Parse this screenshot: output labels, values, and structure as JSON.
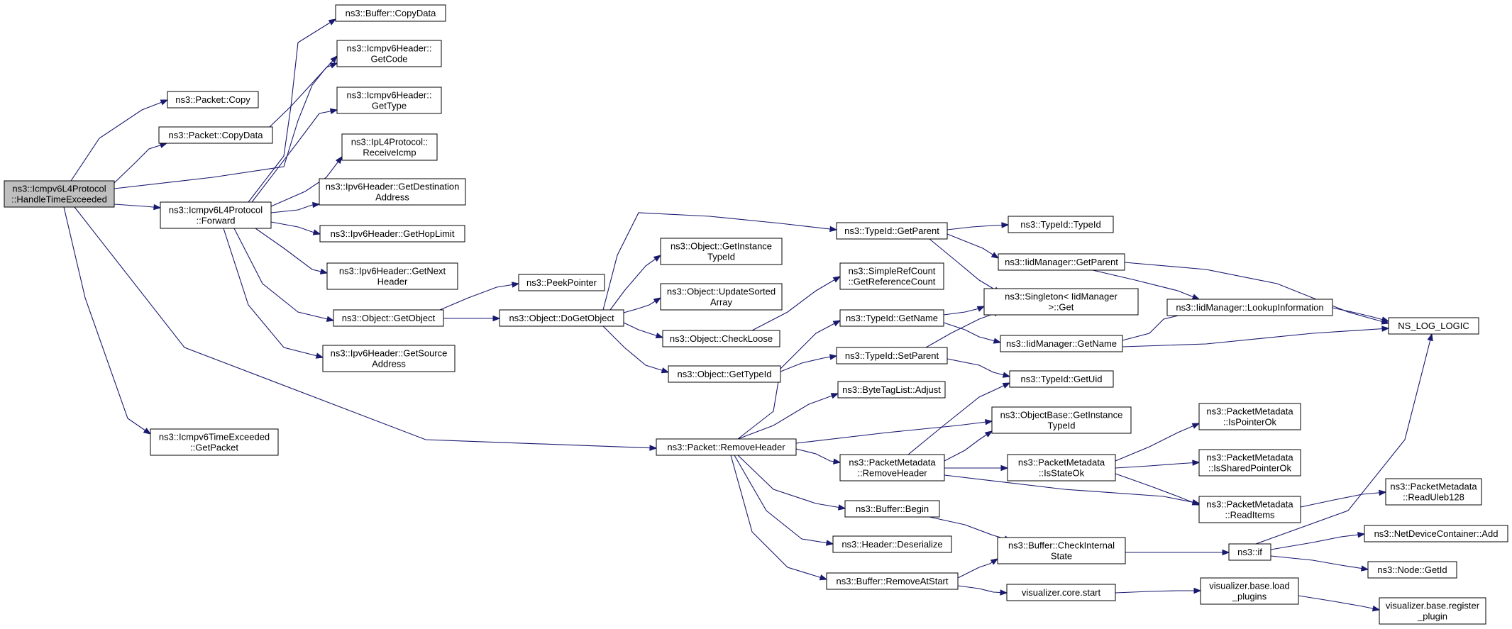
{
  "colors": {
    "edge": "#191970",
    "node_border": "#000000",
    "node_fill": "#ffffff",
    "root_fill": "#bfbfbf",
    "truncated_border": "#ff0000"
  },
  "nodes": [
    {
      "id": "root",
      "lines": [
        "ns3::Icmpv6L4Protocol",
        "::HandleTimeExceeded"
      ],
      "style": "root"
    },
    {
      "id": "copy",
      "lines": [
        "ns3::Packet::Copy"
      ]
    },
    {
      "id": "copydata",
      "lines": [
        "ns3::Packet::CopyData"
      ]
    },
    {
      "id": "forward",
      "lines": [
        "ns3::Icmpv6L4Protocol",
        "::Forward"
      ]
    },
    {
      "id": "getpacket",
      "lines": [
        "ns3::Icmpv6TimeExceeded",
        "::GetPacket"
      ]
    },
    {
      "id": "bufcopydata",
      "lines": [
        "ns3::Buffer::CopyData"
      ]
    },
    {
      "id": "getcode",
      "lines": [
        "ns3::Icmpv6Header::",
        "GetCode"
      ]
    },
    {
      "id": "gettype",
      "lines": [
        "ns3::Icmpv6Header::",
        "GetType"
      ]
    },
    {
      "id": "receiveicmp",
      "lines": [
        "ns3::IpL4Protocol::",
        "ReceiveIcmp"
      ]
    },
    {
      "id": "getdest",
      "lines": [
        "ns3::Ipv6Header::GetDestination",
        "Address"
      ]
    },
    {
      "id": "gethoplimit",
      "lines": [
        "ns3::Ipv6Header::GetHopLimit"
      ]
    },
    {
      "id": "getnext",
      "lines": [
        "ns3::Ipv6Header::GetNext",
        "Header"
      ]
    },
    {
      "id": "getobject",
      "lines": [
        "ns3::Object::GetObject"
      ]
    },
    {
      "id": "getsource",
      "lines": [
        "ns3::Ipv6Header::GetSource",
        "Address"
      ]
    },
    {
      "id": "peekpointer",
      "lines": [
        "ns3::PeekPointer"
      ]
    },
    {
      "id": "dogetobject",
      "lines": [
        "ns3::Object::DoGetObject"
      ]
    },
    {
      "id": "getinstancetypeid",
      "lines": [
        "ns3::Object::GetInstance",
        "TypeId"
      ]
    },
    {
      "id": "updatesorted",
      "lines": [
        "ns3::Object::UpdateSorted",
        "Array"
      ]
    },
    {
      "id": "checkloose",
      "lines": [
        "ns3::Object::CheckLoose"
      ]
    },
    {
      "id": "objgettypeid",
      "lines": [
        "ns3::Object::GetTypeId"
      ]
    },
    {
      "id": "removeheader",
      "lines": [
        "ns3::Packet::RemoveHeader"
      ]
    },
    {
      "id": "tid_getparent",
      "lines": [
        "ns3::TypeId::GetParent"
      ]
    },
    {
      "id": "getrefcount",
      "lines": [
        "ns3::SimpleRefCount",
        "::GetReferenceCount"
      ]
    },
    {
      "id": "tid_getname",
      "lines": [
        "ns3::TypeId::GetName"
      ]
    },
    {
      "id": "tid_setparent",
      "lines": [
        "ns3::TypeId::SetParent"
      ],
      "style": "truncated"
    },
    {
      "id": "bytetag_adjust",
      "lines": [
        "ns3::ByteTagList::Adjust"
      ]
    },
    {
      "id": "pm_removeheader",
      "lines": [
        "ns3::PacketMetadata",
        "::RemoveHeader"
      ]
    },
    {
      "id": "buf_begin",
      "lines": [
        "ns3::Buffer::Begin"
      ]
    },
    {
      "id": "hdr_deserialize",
      "lines": [
        "ns3::Header::Deserialize"
      ]
    },
    {
      "id": "buf_removeatstart",
      "lines": [
        "ns3::Buffer::RemoveAtStart"
      ]
    },
    {
      "id": "tid_typeid",
      "lines": [
        "ns3::TypeId::TypeId"
      ]
    },
    {
      "id": "iid_getparent",
      "lines": [
        "ns3::IidManager::GetParent"
      ]
    },
    {
      "id": "singleton_get",
      "lines": [
        "ns3::Singleton< IidManager",
        " >::Get"
      ]
    },
    {
      "id": "iid_getname",
      "lines": [
        "ns3::IidManager::GetName"
      ]
    },
    {
      "id": "tid_getuid",
      "lines": [
        "ns3::TypeId::GetUid"
      ]
    },
    {
      "id": "objbase_getinst",
      "lines": [
        "ns3::ObjectBase::GetInstance",
        "TypeId"
      ]
    },
    {
      "id": "pm_isstateok",
      "lines": [
        "ns3::PacketMetadata",
        "::IsStateOk"
      ]
    },
    {
      "id": "buf_checkinternal",
      "lines": [
        "ns3::Buffer::CheckInternal",
        "State"
      ]
    },
    {
      "id": "viz_core_start",
      "lines": [
        "visualizer.core.start"
      ]
    },
    {
      "id": "iid_lookup",
      "lines": [
        "ns3::IidManager::LookupInformation"
      ]
    },
    {
      "id": "pm_ispointerok",
      "lines": [
        "ns3::PacketMetadata",
        "::IsPointerOk"
      ]
    },
    {
      "id": "pm_issharedpointerok",
      "lines": [
        "ns3::PacketMetadata",
        "::IsSharedPointerOk"
      ]
    },
    {
      "id": "pm_readitems",
      "lines": [
        "ns3::PacketMetadata",
        "::ReadItems"
      ]
    },
    {
      "id": "ns3_if",
      "lines": [
        "ns3::if"
      ]
    },
    {
      "id": "viz_load_plugins",
      "lines": [
        "visualizer.base.load",
        "_plugins"
      ]
    },
    {
      "id": "ns_log_logic",
      "lines": [
        "NS_LOG_LOGIC"
      ]
    },
    {
      "id": "pm_readuleb128",
      "lines": [
        "ns3::PacketMetadata",
        "::ReadUleb128"
      ]
    },
    {
      "id": "ndc_add",
      "lines": [
        "ns3::NetDeviceContainer::Add"
      ],
      "style": "truncated"
    },
    {
      "id": "node_getid",
      "lines": [
        "ns3::Node::GetId"
      ]
    },
    {
      "id": "viz_register_plugin",
      "lines": [
        "visualizer.base.register",
        "_plugin"
      ]
    }
  ]
}
